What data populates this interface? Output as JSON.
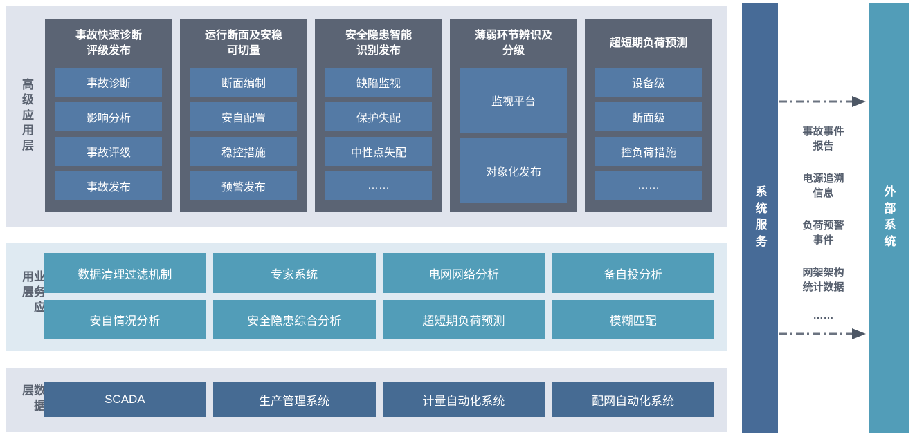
{
  "diagram": {
    "advanced_layer": {
      "label": "高级应用层",
      "groups": [
        {
          "title_lines": [
            "事故快速诊断",
            "评级发布"
          ],
          "items": [
            "事故诊断",
            "影响分析",
            "事故评级",
            "事故发布"
          ],
          "tall_items": false
        },
        {
          "title_lines": [
            "运行断面及安稳",
            "可切量"
          ],
          "items": [
            "断面编制",
            "安自配置",
            "稳控措施",
            "预警发布"
          ],
          "tall_items": false
        },
        {
          "title_lines": [
            "安全隐患智能",
            "识别发布"
          ],
          "items": [
            "缺陷监视",
            "保护失配",
            "中性点失配",
            "……"
          ],
          "tall_items": false
        },
        {
          "title_lines": [
            "薄弱环节辨识及",
            "分级"
          ],
          "items": [
            "监视平台",
            "对象化发布"
          ],
          "tall_items": true
        },
        {
          "title_lines": [
            "超短期负荷预测"
          ],
          "items": [
            "设备级",
            "断面级",
            "控负荷措施",
            "……"
          ],
          "tall_items": false
        }
      ]
    },
    "business_layer": {
      "label": "业务应用层",
      "rows": [
        [
          "数据清理过滤机制",
          "专家系统",
          "电网网络分析",
          "备自投分析"
        ],
        [
          "安自情况分析",
          "安全隐患综合分析",
          "超短期负荷预测",
          "模糊匹配"
        ]
      ]
    },
    "data_layer": {
      "label": "数据层",
      "systems": [
        "SCADA",
        "生产管理系统",
        "计量自动化系统",
        "配网自动化系统"
      ]
    },
    "right_panel": {
      "system_service_label": "系统服务",
      "external_system_label": "外部系统",
      "exchange_items": [
        "事故事件报告",
        "电源追溯信息",
        "负荷预警事件",
        "网架架构统计数据",
        "……"
      ]
    },
    "colors": {
      "advanced_layer_bg": "#e0e4ed",
      "business_layer_bg": "#dfeaf2",
      "data_layer_bg": "#e0e4ed",
      "group_bg": "#5b6474",
      "group_item_bg": "#547aa5",
      "business_button_bg": "#529db8",
      "data_button_bg": "#466b93",
      "system_service_bar_bg": "#476b97",
      "external_system_bar_bg": "#529db8",
      "layer_label_color": "#5a6270",
      "exchange_text_color": "#555e6d",
      "arrow_line_color": "#6b7380",
      "arrow_head_color": "#4d5765"
    }
  }
}
